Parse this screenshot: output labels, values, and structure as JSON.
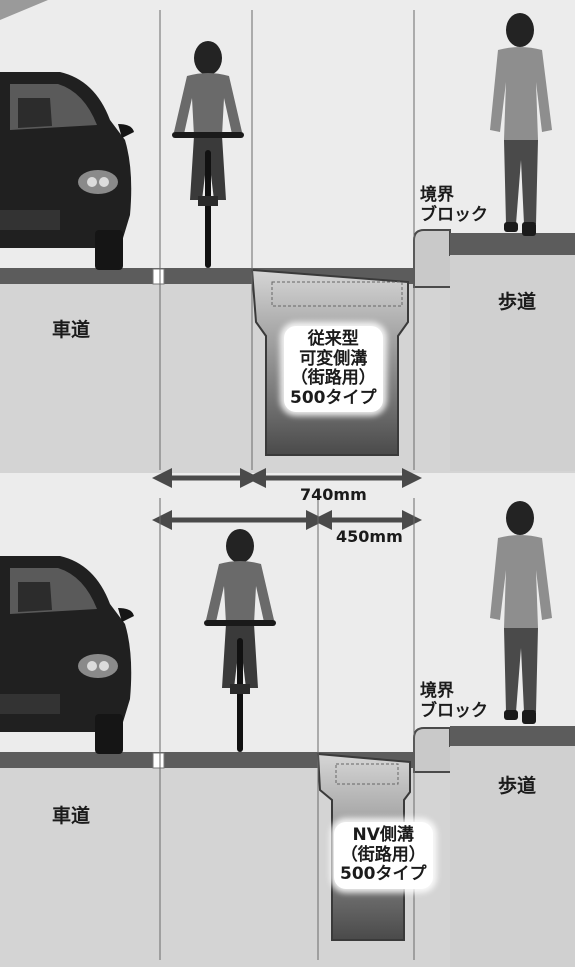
{
  "top_panel": {
    "roadway_label": "車道",
    "sidewalk_label": "歩道",
    "boundary_block_label": [
      "境界",
      "ブロック"
    ],
    "ditch_label": [
      "従来型",
      "可変側溝",
      "（街路用）",
      "500タイプ"
    ]
  },
  "dimensions": {
    "width_conventional": "740mm",
    "width_nv": "450mm"
  },
  "bottom_panel": {
    "roadway_label": "車道",
    "sidewalk_label": "歩道",
    "boundary_block_label": [
      "境界",
      "ブロック"
    ],
    "ditch_label": [
      "NV側溝",
      "（街路用）",
      "500タイプ"
    ]
  },
  "icons": [
    "car-icon",
    "cyclist-icon",
    "pedestrian-icon"
  ],
  "colors": {
    "road_surface": "#5c5c5c",
    "concrete_fill": "#c8c8c8",
    "background": "#ececec",
    "arrow": "#4a4a4a"
  }
}
